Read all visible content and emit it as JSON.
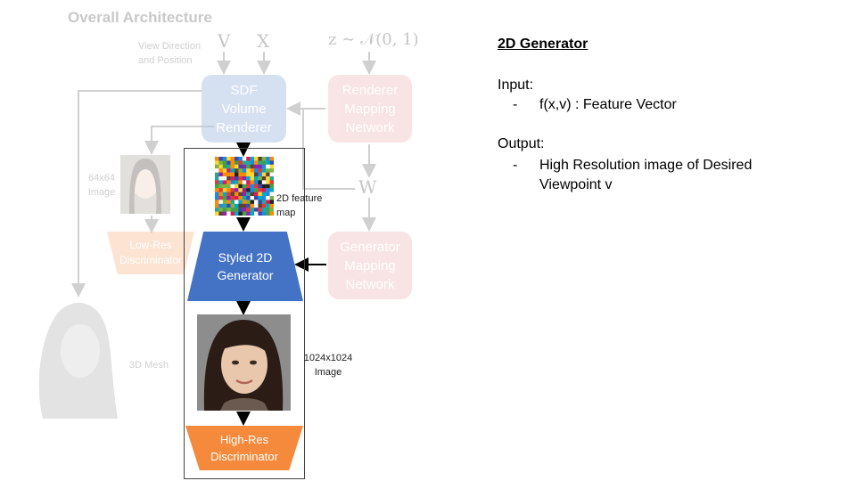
{
  "slide": {
    "faded_title": "Overall Architecture",
    "side_panel": {
      "title": "2D Generator",
      "input_label": "Input:",
      "input_items": [
        "f(x,v) : Feature Vector"
      ],
      "output_label": "Output:",
      "output_items": [
        "High Resolution image of Desired Viewpoint v"
      ],
      "bullet": "-"
    }
  },
  "diagram": {
    "inputs": {
      "view_label": "View Direction and Position",
      "v_symbol": "V",
      "x_symbol": "X",
      "z_symbol": "z ∼ 𝒩(0, 1)",
      "w_symbol": "W"
    },
    "sdf_renderer": "SDF Volume Renderer",
    "renderer_mapping": "Renderer Mapping Network",
    "generator_mapping": "Generator Mapping Network",
    "lowres_image_label": "64x64 Image",
    "lowres_discriminator": "Low-Res Discriminator",
    "feature_map_label": "2D feature map",
    "styled_generator": "Styled 2D Generator",
    "hires_image_label": "1024x1024 Image",
    "hires_discriminator": "High-Res Discriminator",
    "mesh_label": "3D Mesh",
    "colors": {
      "sdf": "#b4c7e7",
      "mapping": "#e8a0a0",
      "styled_gen": "#4472c4",
      "discriminator": "#f58a3c",
      "frame": "#444444"
    }
  }
}
